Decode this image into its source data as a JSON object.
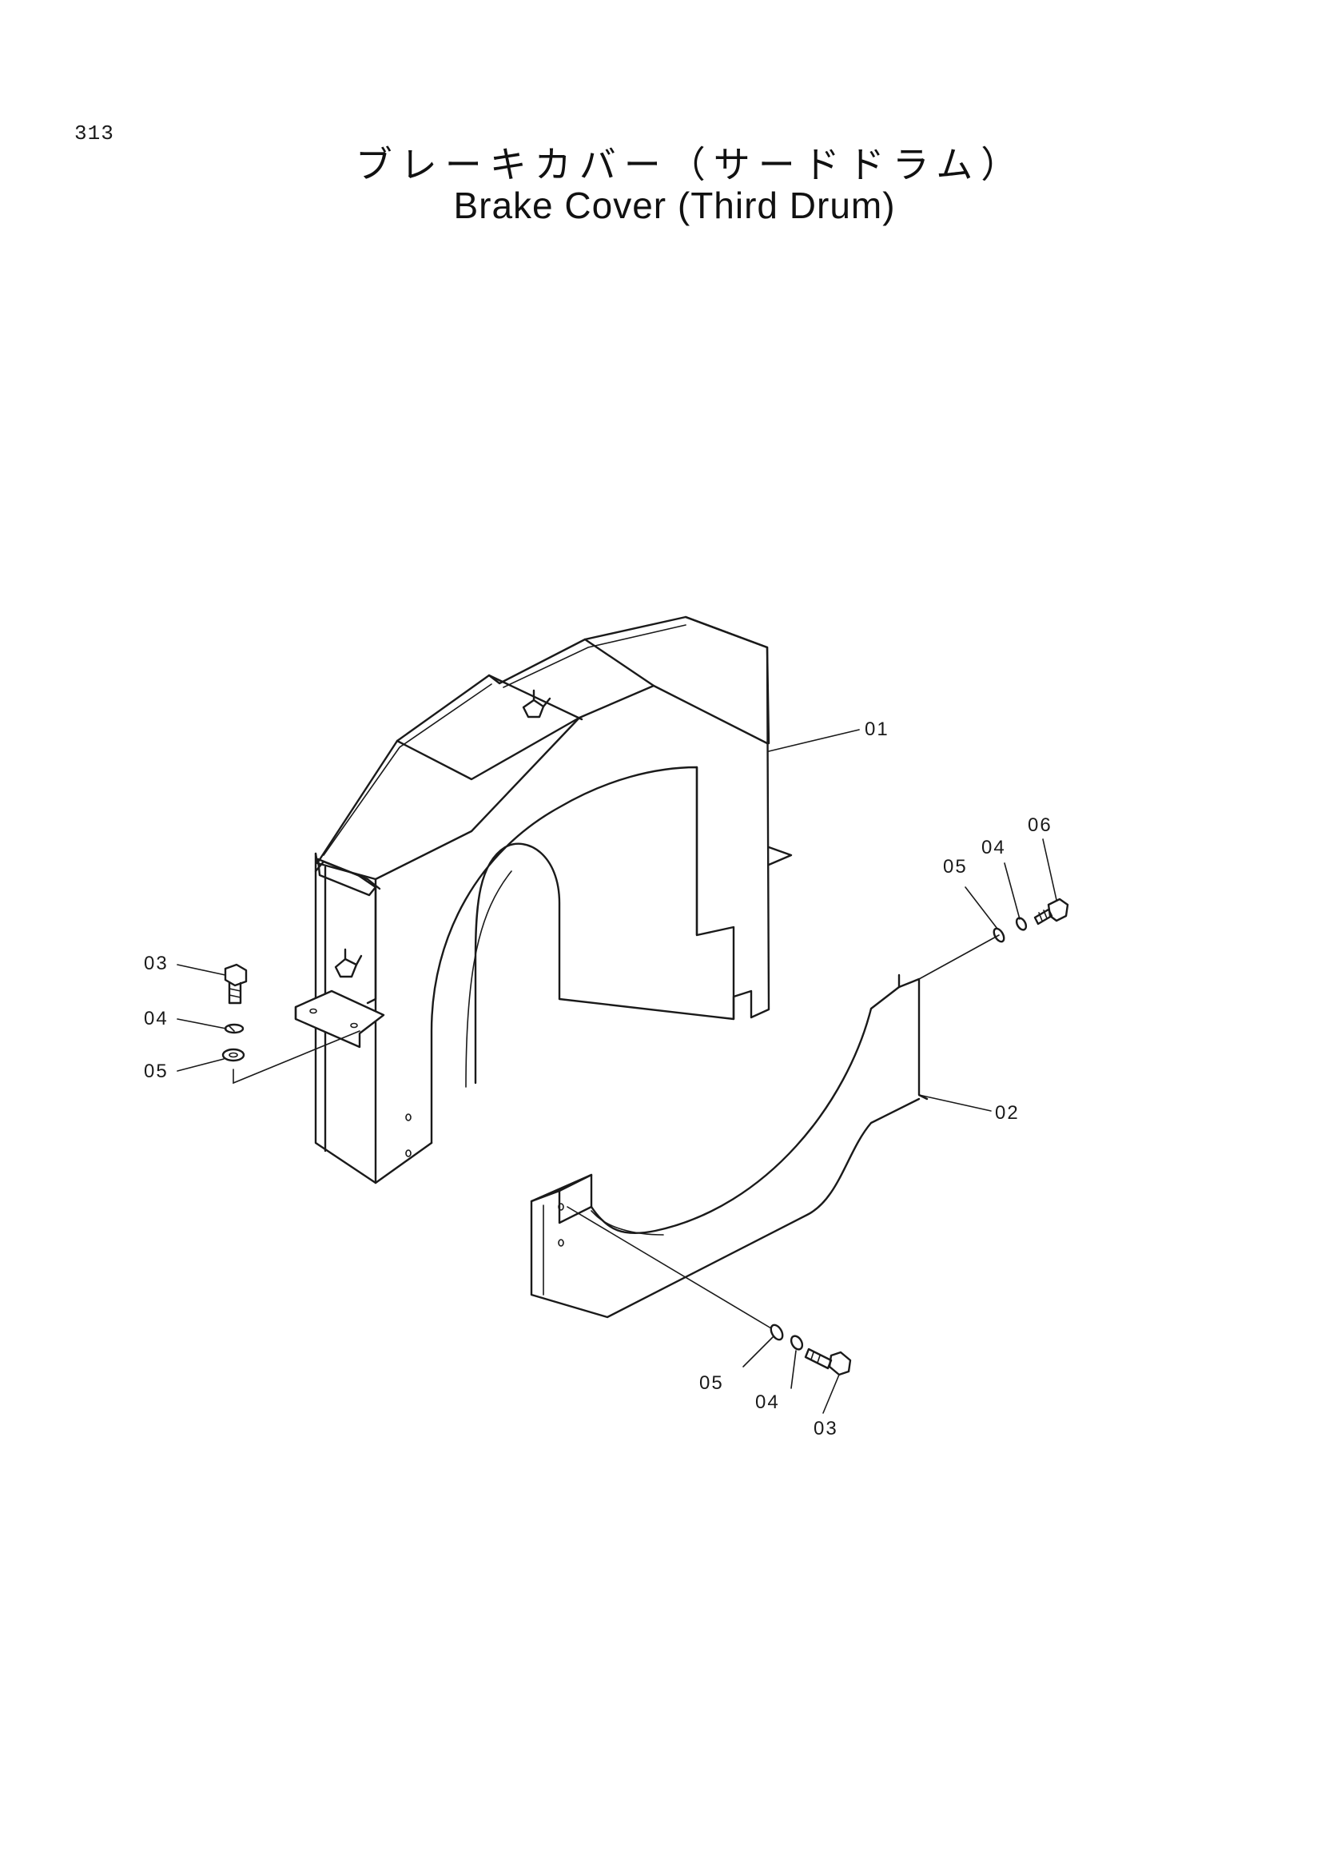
{
  "page": {
    "number": "313"
  },
  "title": {
    "japanese": "ブレーキカバー（サードドラム）",
    "english": "Brake Cover (Third Drum)"
  },
  "callouts": {
    "p01": "01",
    "p02": "02",
    "p03_left": "03",
    "p04_left": "04",
    "p05_left": "05",
    "p05_right": "05",
    "p04_right": "04",
    "p06_right": "06",
    "p05_bottom": "05",
    "p04_bottom": "04",
    "p03_bottom": "03"
  }
}
